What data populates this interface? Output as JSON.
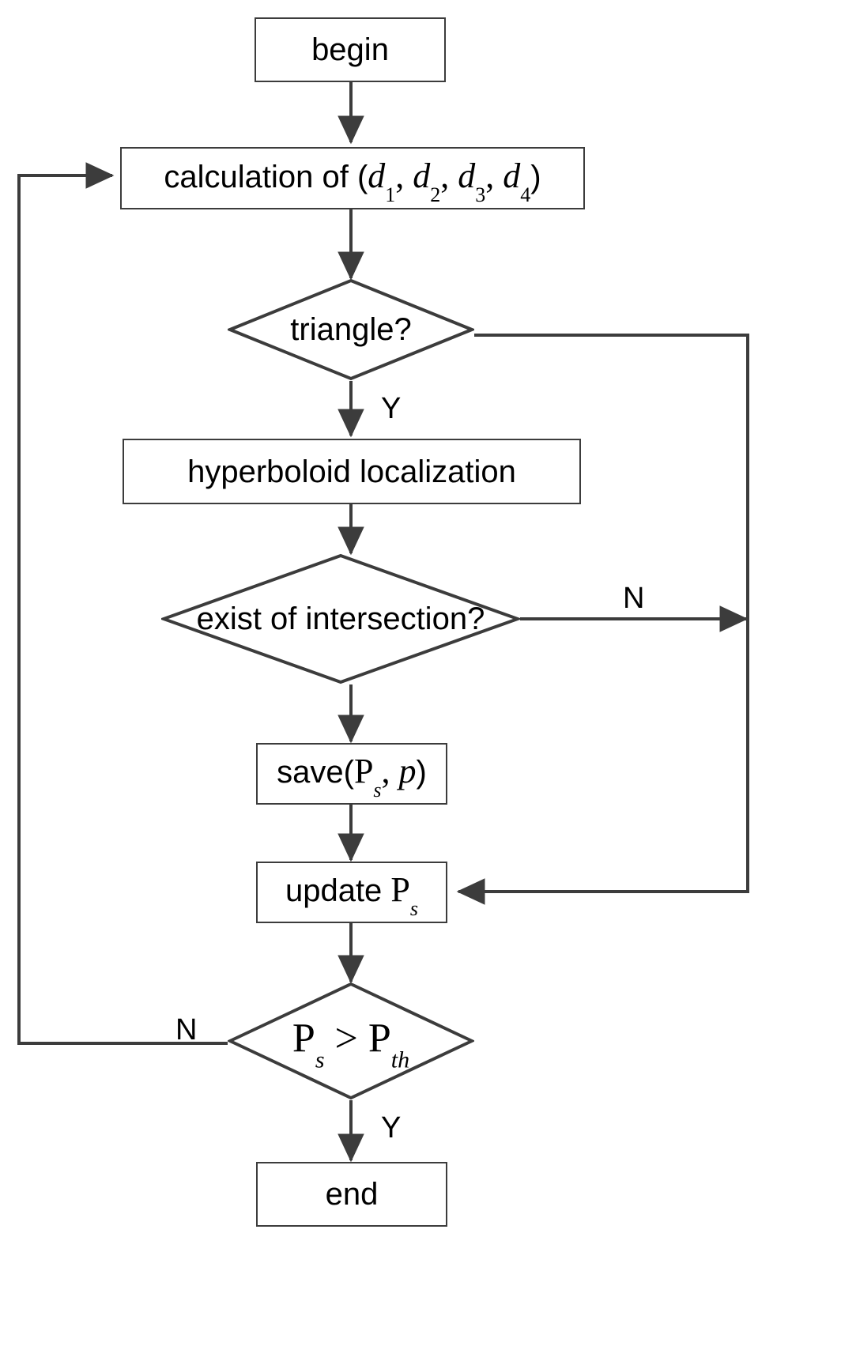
{
  "diagram": {
    "title": "localization algorithm flowchart",
    "type": "flowchart",
    "stroke_color": "#3c3c3c",
    "text_color": "#000000",
    "background": "#ffffff"
  },
  "nodes": {
    "begin": {
      "label": "begin",
      "shape": "rectangle"
    },
    "calculation": {
      "prefix": "calculation of (",
      "d1": "d",
      "d1s": "1",
      "d2": "d",
      "d2s": "2",
      "d3": "d",
      "d3s": "3",
      "d4": "d",
      "d4s": "4",
      "sep": ", ",
      "suffix": ")",
      "shape": "rectangle"
    },
    "triangle": {
      "label": "triangle?",
      "shape": "diamond"
    },
    "hyperboloid": {
      "label": "hyperboloid localization",
      "shape": "rectangle"
    },
    "intersection": {
      "label": "exist of intersection?",
      "shape": "diamond"
    },
    "save": {
      "prefix": "save(",
      "P": "P",
      "Psub": "s",
      "sep": ", ",
      "p": "p",
      "suffix": ")",
      "shape": "rectangle"
    },
    "update": {
      "prefix": "update ",
      "P": "P",
      "Psub": "s",
      "shape": "rectangle"
    },
    "threshold": {
      "Pleft": "P",
      "Pleftsub": "s",
      "op": " > ",
      "Pright": "P",
      "Prightsub": "th",
      "shape": "diamond"
    },
    "end": {
      "label": "end",
      "shape": "rectangle"
    }
  },
  "edge_labels": {
    "triangle_yes": "Y",
    "intersection_no": "N",
    "threshold_no": "N",
    "threshold_yes": "Y"
  }
}
